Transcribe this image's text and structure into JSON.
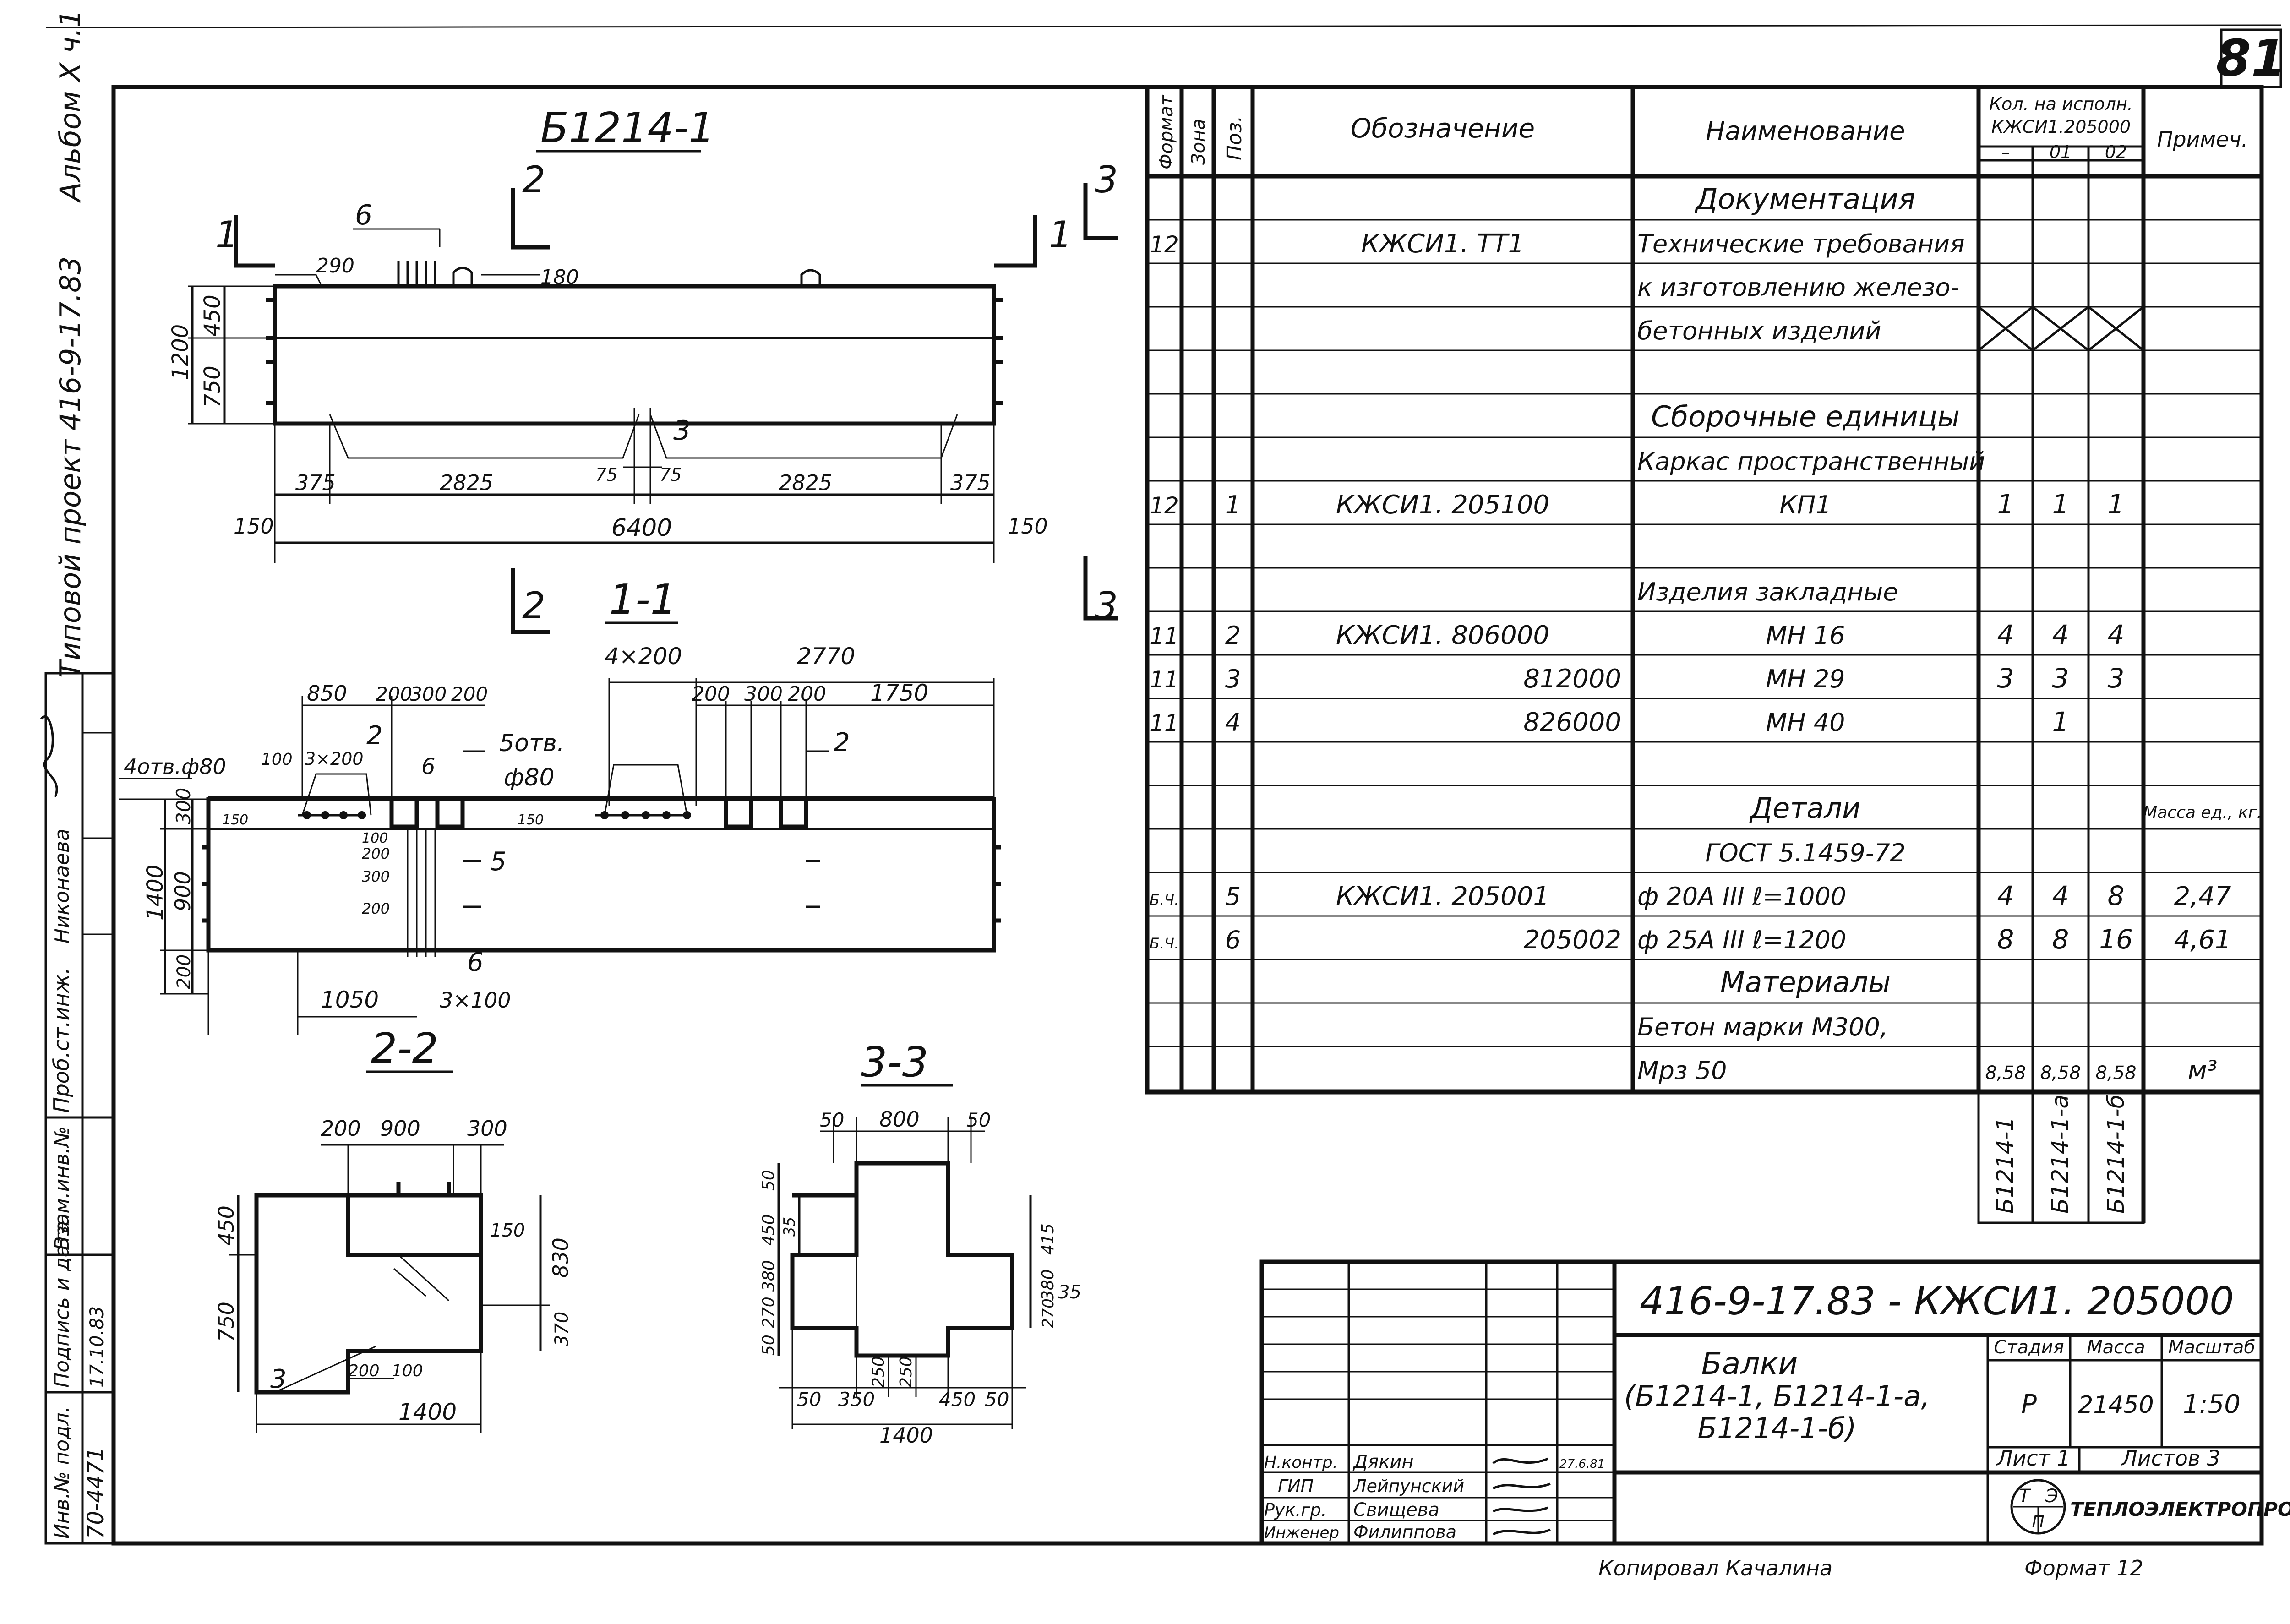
{
  "page_number": "81",
  "binding_strip": {
    "project": "Типовой проект",
    "code": "416-9-17.83",
    "album": "Альбом X ч.1"
  },
  "left_stamp": {
    "rows": [
      {
        "label": "Проб.ст.инж.",
        "value": "Никонаева"
      },
      {
        "label": "Взам.инв.№",
        "value": ""
      },
      {
        "label": "Подпись и дата",
        "value": "17.10.83"
      },
      {
        "label": "Инв.№ подл.",
        "value": "70-4471"
      }
    ]
  },
  "drawing": {
    "elevation": {
      "title": "Б1214-1",
      "section_marks": {
        "s1": "1",
        "s2": "2",
        "s3": "3"
      },
      "callouts": {
        "c6": "6",
        "c3": "3"
      },
      "dims": {
        "d290": "290",
        "d180": "180",
        "d450": "450",
        "d750": "750",
        "d1200": "1200",
        "d375a": "375",
        "d2825a": "2825",
        "d75a": "75",
        "d75b": "75",
        "d2825b": "2825",
        "d375b": "375",
        "d150a": "150",
        "d6400": "6400",
        "d150b": "150"
      }
    },
    "plan": {
      "title": "1-1",
      "labels": {
        "holes_a": "4отв.ф80",
        "holes_b": "5отв.",
        "holes_b_dia": "ф80",
        "c2a": "2",
        "c2b": "2",
        "c5": "5",
        "c6": "6",
        "c6b": "6"
      },
      "dims": {
        "d850": "850",
        "d200a": "200",
        "d300a": "300",
        "d200b": "200",
        "d4x200": "4×200",
        "d2770": "2770",
        "d200c": "200",
        "d300b": "300",
        "d200d": "200",
        "d1750": "1750",
        "d100": "100",
        "d3x200": "3×200",
        "d150a": "150",
        "d150b": "150",
        "d300v": "300",
        "d900v": "900",
        "d1400v": "1400",
        "d200v": "200",
        "d100s": "100",
        "d200s1": "200",
        "d300s": "300",
        "d200s2": "200",
        "d1050": "1050",
        "d3x100": "3×100"
      }
    },
    "section22": {
      "title": "2-2",
      "callout": "3",
      "dims": {
        "d200": "200",
        "d900": "900",
        "d300": "300",
        "d450": "450",
        "d750": "750",
        "d150": "150",
        "d830": "830",
        "d370": "370",
        "d200b": "200",
        "d100": "100",
        "d1400": "1400"
      }
    },
    "section33": {
      "title": "3-3",
      "dims": {
        "d50a": "50",
        "d800": "800",
        "d50b": "50",
        "d50v": "50",
        "d450v": "450",
        "d35a": "35",
        "d380": "380",
        "d270": "270",
        "d50c": "50",
        "d415": "415",
        "d380b": "380",
        "d270b": "270",
        "d35b": "35",
        "d50d": "50",
        "d350": "350",
        "d250a": "250",
        "d250b": "250",
        "d450": "450",
        "d50e": "50",
        "d1400": "1400"
      }
    }
  },
  "spec": {
    "headers": {
      "format": "Формат",
      "zone": "Зона",
      "pos": "Поз.",
      "designation": "Обозначение",
      "name": "Наименование",
      "qty_title_1": "Кол. на исполн.",
      "qty_title_2": "КЖСИ1.205000",
      "qty_cols": [
        "–",
        "01",
        "02"
      ],
      "note": "Примеч."
    },
    "rows": [
      {
        "fmt": "",
        "pos": "",
        "des": "",
        "name": "Документация",
        "q": [
          "",
          "",
          ""
        ],
        "note": "",
        "center": true
      },
      {
        "fmt": "12",
        "pos": "",
        "des": "КЖСИ1. ТТ1",
        "name": "Технические требования",
        "q": [
          "",
          "",
          ""
        ],
        "note": ""
      },
      {
        "fmt": "",
        "pos": "",
        "des": "",
        "name": "к изготовлению железо-",
        "q": [
          "",
          "",
          ""
        ],
        "note": ""
      },
      {
        "fmt": "",
        "pos": "",
        "des": "",
        "name": "бетонных изделий",
        "q": [
          "",
          "",
          ""
        ],
        "note": "",
        "cross": true
      },
      {
        "fmt": "",
        "pos": "",
        "des": "",
        "name": "",
        "q": [
          "",
          "",
          ""
        ],
        "note": ""
      },
      {
        "fmt": "",
        "pos": "",
        "des": "",
        "name": "Сборочные единицы",
        "q": [
          "",
          "",
          ""
        ],
        "note": "",
        "center": true
      },
      {
        "fmt": "",
        "pos": "",
        "des": "",
        "name": "Каркас пространственный",
        "q": [
          "",
          "",
          ""
        ],
        "note": ""
      },
      {
        "fmt": "12",
        "pos": "1",
        "des": "КЖСИ1. 205100",
        "name": "КП1",
        "q": [
          "1",
          "1",
          "1"
        ],
        "note": "",
        "name_center": true
      },
      {
        "fmt": "",
        "pos": "",
        "des": "",
        "name": "",
        "q": [
          "",
          "",
          ""
        ],
        "note": ""
      },
      {
        "fmt": "",
        "pos": "",
        "des": "",
        "name": "Изделия закладные",
        "q": [
          "",
          "",
          ""
        ],
        "note": ""
      },
      {
        "fmt": "11",
        "pos": "2",
        "des": "КЖСИ1. 806000",
        "name": "МН 16",
        "q": [
          "4",
          "4",
          "4"
        ],
        "note": "",
        "name_center": true
      },
      {
        "fmt": "11",
        "pos": "3",
        "des": "812000",
        "name": "МН 29",
        "q": [
          "3",
          "3",
          "3"
        ],
        "note": "",
        "name_center": true
      },
      {
        "fmt": "11",
        "pos": "4",
        "des": "826000",
        "name": "МН 40",
        "q": [
          "",
          "1",
          ""
        ],
        "note": "",
        "name_center": true
      },
      {
        "fmt": "",
        "pos": "",
        "des": "",
        "name": "",
        "q": [
          "",
          "",
          ""
        ],
        "note": ""
      },
      {
        "fmt": "",
        "pos": "",
        "des": "",
        "name": "Детали",
        "q": [
          "",
          "",
          ""
        ],
        "note": "Масса ед., кг.",
        "center": true
      },
      {
        "fmt": "",
        "pos": "",
        "des": "",
        "name": "ГОСТ 5.1459-72",
        "q": [
          "",
          "",
          ""
        ],
        "note": "",
        "name_center": true
      },
      {
        "fmt": "Б.Ч.",
        "pos": "5",
        "des": "КЖСИ1. 205001",
        "name": "ф 20А III   ℓ=1000",
        "q": [
          "4",
          "4",
          "8"
        ],
        "note": "2,47"
      },
      {
        "fmt": "Б.Ч.",
        "pos": "6",
        "des": "205002",
        "name": "ф 25А III   ℓ=1200",
        "q": [
          "8",
          "8",
          "16"
        ],
        "note": "4,61"
      },
      {
        "fmt": "",
        "pos": "",
        "des": "",
        "name": "Материалы",
        "q": [
          "",
          "",
          ""
        ],
        "note": "",
        "center": true
      },
      {
        "fmt": "",
        "pos": "",
        "des": "",
        "name": "Бетон марки М300,",
        "q": [
          "",
          "",
          ""
        ],
        "note": ""
      },
      {
        "fmt": "",
        "pos": "",
        "des": "",
        "name": "Мрз 50",
        "q": [
          "8,58",
          "8,58",
          "8,58"
        ],
        "note": "м³"
      }
    ],
    "variant_labels": [
      "Б1214-1",
      "Б1214-1-а",
      "Б1214-1-б"
    ]
  },
  "title_block": {
    "doc_code": "416-9-17.83 - КЖСИ1. 205000",
    "title_1": "Балки",
    "title_2": "(Б1214-1,  Б1214-1-а,",
    "title_3": "Б1214-1-б)",
    "stage_label": "Стадия",
    "mass_label": "Масса",
    "scale_label": "Масштаб",
    "stage": "Р",
    "mass": "21450",
    "scale": "1:50",
    "sheet_label": "Лист 1",
    "sheets_label": "Листов 3",
    "org": "ТЕПЛОЭЛЕКТРОПРОЕКТ",
    "logo_letters": [
      "Т",
      "Э",
      "П"
    ],
    "staff": [
      {
        "role": "Н.контр.",
        "name": "Дякин",
        "date": "27.6.81"
      },
      {
        "role": "ГИП",
        "name": "Лейпунский",
        "date": ""
      },
      {
        "role": "Рук.гр.",
        "name": "Свищева",
        "date": ""
      },
      {
        "role": "Инженер",
        "name": "Филиппова",
        "date": ""
      }
    ],
    "copied": "Копировал Качалина",
    "format": "Формат 12"
  }
}
